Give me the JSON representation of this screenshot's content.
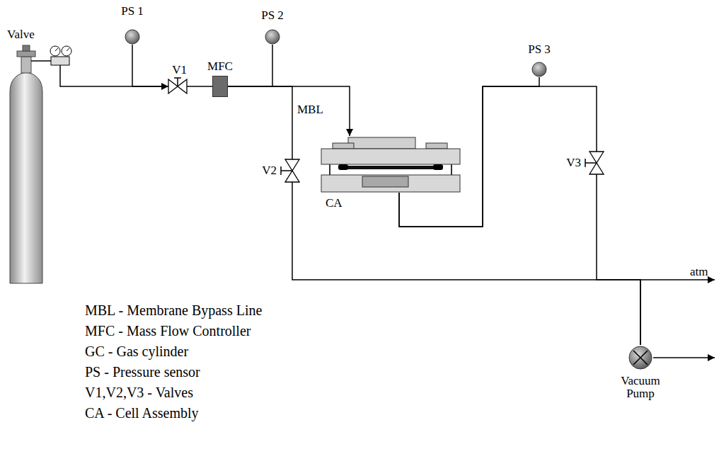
{
  "diagram": {
    "nodes": [
      {
        "text": [
          "Valve"
        ]
      },
      {
        "text": [
          "PS 1"
        ]
      },
      {
        "text": [
          "V1"
        ]
      },
      {
        "text": [
          "MFC"
        ]
      },
      {
        "text": [
          "PS 2"
        ]
      },
      {
        "text": [
          "V2"
        ]
      },
      {
        "text": [
          "CA"
        ]
      },
      {
        "text": [
          "PS 3"
        ]
      },
      {
        "text": [
          "V3"
        ]
      },
      {
        "text": [
          "Vacuum Pump"
        ]
      }
    ],
    "edges": [
      {
        "from": 0,
        "to": 2,
        "arrow": "to"
      },
      {
        "from": 1,
        "to": 2,
        "arrow": "none"
      },
      {
        "from": 2,
        "to": 3,
        "arrow": "none"
      },
      {
        "from": 3,
        "to": 6,
        "arrow": "to"
      },
      {
        "from": 4,
        "to": 3,
        "arrow": "none"
      },
      {
        "from": 3,
        "to": 5,
        "label": "MBL",
        "arrow": "none"
      },
      {
        "from": 6,
        "to": 7,
        "arrow": "none"
      },
      {
        "from": 6,
        "to": 8,
        "arrow": "none"
      },
      {
        "from": 5,
        "to": 9,
        "arrow": "none"
      },
      {
        "from": 8,
        "to": 9,
        "arrow": "none"
      }
    ],
    "labels": [
      "atm",
      "MBL - Membrane Bypass Line",
      "MFC - Mass Flow Controller",
      "GC - Gas cylinder",
      "PS - Pressure sensor",
      "V1,V2,V3 - Valves",
      "CA - Cell Assembly"
    ]
  }
}
